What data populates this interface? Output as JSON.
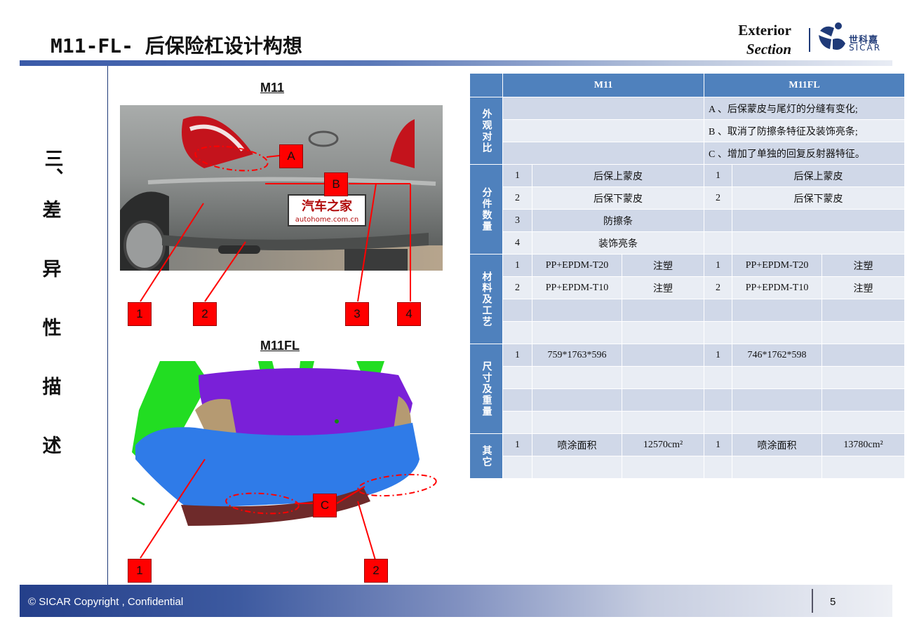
{
  "header": {
    "title": "M11-FL- 后保险杠设计构想",
    "exterior": "Exterior",
    "section": "Section",
    "logo_cn": "世科嘉",
    "logo_en": "SICAR"
  },
  "sidebar": {
    "chars": [
      "三、",
      "差",
      "异",
      "性",
      "描",
      "述"
    ]
  },
  "images": {
    "top_label": "M11",
    "bottom_label": "M11FL",
    "plate_text": "汽车之家",
    "plate_sub": "autohome.com.cn",
    "top_callouts": [
      "A",
      "B",
      "1",
      "2",
      "3",
      "4"
    ],
    "bottom_callouts": [
      "C",
      "1",
      "2"
    ]
  },
  "table": {
    "col_m11": "M11",
    "col_m11fl": "M11FL",
    "categories": [
      "外观对比",
      "分件数量",
      "材料及工艺",
      "尺寸及重量",
      "其它"
    ],
    "appearance": [
      "A 、后保蒙皮与尾灯的分缝有变化;",
      "B 、取消了防擦条特征及装饰亮条;",
      "C 、增加了单独的回复反射器特征。"
    ],
    "parts_m11": [
      {
        "no": "1",
        "name": "后保上蒙皮"
      },
      {
        "no": "2",
        "name": "后保下蒙皮"
      },
      {
        "no": "3",
        "name": "防擦条"
      },
      {
        "no": "4",
        "name": "装饰亮条"
      }
    ],
    "parts_m11fl": [
      {
        "no": "1",
        "name": "后保上蒙皮"
      },
      {
        "no": "2",
        "name": "后保下蒙皮"
      }
    ],
    "materials_m11": [
      {
        "no": "1",
        "mat": "PP+EPDM-T20",
        "proc": "注塑"
      },
      {
        "no": "2",
        "mat": "PP+EPDM-T10",
        "proc": "注塑"
      }
    ],
    "materials_m11fl": [
      {
        "no": "1",
        "mat": "PP+EPDM-T20",
        "proc": "注塑"
      },
      {
        "no": "2",
        "mat": "PP+EPDM-T10",
        "proc": "注塑"
      }
    ],
    "size_m11": {
      "no": "1",
      "val": "759*1763*596"
    },
    "size_m11fl": {
      "no": "1",
      "val": "746*1762*598"
    },
    "other_m11": {
      "no": "1",
      "name": "喷涂面积",
      "val": "12570cm²"
    },
    "other_m11fl": {
      "no": "1",
      "name": "喷涂面积",
      "val": "13780cm²"
    }
  },
  "footer": {
    "copyright": "© SICAR  Copyright , Confidential",
    "page": "5"
  },
  "colors": {
    "table_header": "#4f81bd",
    "row_dark": "#d0d8e8",
    "row_light": "#e9edf4",
    "callout_red": "#ff0000",
    "brand_blue": "#1f3a78"
  }
}
